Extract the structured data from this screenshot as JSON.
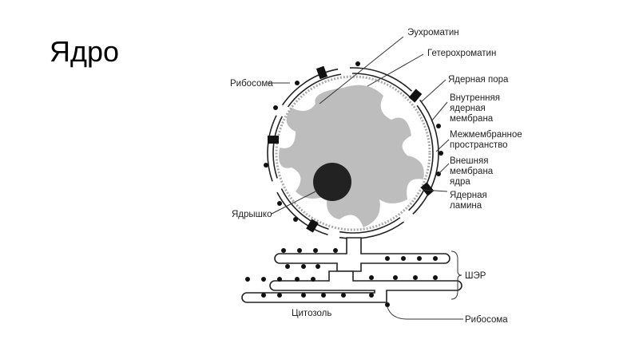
{
  "slide": {
    "title": "Ядро"
  },
  "labels": {
    "euchromatin": "Эухроматин",
    "heterochromatin": "Гетерохроматин",
    "ribosome_top": "Рибосома",
    "nuclear_pore": "Ядерная пора",
    "inner_membrane": [
      "Внутренняя",
      "ядерная",
      "мембрана"
    ],
    "intermembrane": [
      "Межмембранное",
      "пространство"
    ],
    "outer_membrane": [
      "Внешняя",
      "мембрана",
      "ядра"
    ],
    "lamina": [
      "Ядерная",
      "ламина"
    ],
    "nucleolus": "Ядрышко",
    "rough_er": "ШЭР",
    "cytosol": "Цитозоль",
    "ribosome_bottom": "Рибосома"
  }
}
